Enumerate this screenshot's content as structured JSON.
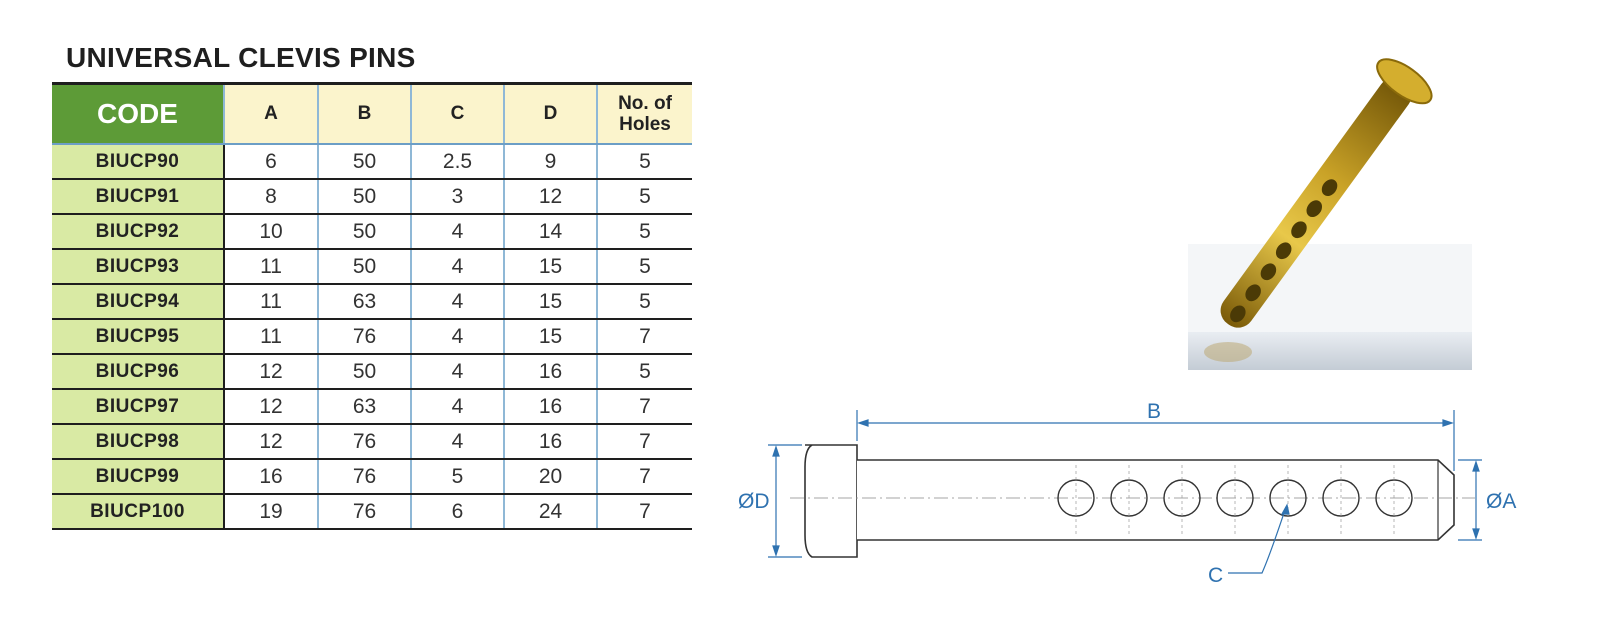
{
  "title": "UNIVERSAL CLEVIS PINS",
  "table": {
    "headers": {
      "code": "CODE",
      "a": "A",
      "b": "B",
      "c": "C",
      "d": "D",
      "holes_line1": "No. of",
      "holes_line2": "Holes"
    },
    "rows": [
      {
        "code": "BIUCP90",
        "a": "6",
        "b": "50",
        "c": "2.5",
        "d": "9",
        "holes": "5"
      },
      {
        "code": "BIUCP91",
        "a": "8",
        "b": "50",
        "c": "3",
        "d": "12",
        "holes": "5"
      },
      {
        "code": "BIUCP92",
        "a": "10",
        "b": "50",
        "c": "4",
        "d": "14",
        "holes": "5"
      },
      {
        "code": "BIUCP93",
        "a": "11",
        "b": "50",
        "c": "4",
        "d": "15",
        "holes": "5"
      },
      {
        "code": "BIUCP94",
        "a": "11",
        "b": "63",
        "c": "4",
        "d": "15",
        "holes": "5"
      },
      {
        "code": "BIUCP95",
        "a": "11",
        "b": "76",
        "c": "4",
        "d": "15",
        "holes": "7"
      },
      {
        "code": "BIUCP96",
        "a": "12",
        "b": "50",
        "c": "4",
        "d": "16",
        "holes": "5"
      },
      {
        "code": "BIUCP97",
        "a": "12",
        "b": "63",
        "c": "4",
        "d": "16",
        "holes": "7"
      },
      {
        "code": "BIUCP98",
        "a": "12",
        "b": "76",
        "c": "4",
        "d": "16",
        "holes": "7"
      },
      {
        "code": "BIUCP99",
        "a": "16",
        "b": "76",
        "c": "5",
        "d": "20",
        "holes": "7"
      },
      {
        "code": "BIUCP100",
        "a": "19",
        "b": "76",
        "c": "6",
        "d": "24",
        "holes": "7"
      }
    ]
  },
  "drawing": {
    "label_b": "B",
    "label_d": "ØD",
    "label_a": "ØA",
    "label_c": "C"
  },
  "colors": {
    "code_header": "#5d9b37",
    "code_cell": "#d9eaa4",
    "header_bg": "#fbf4cc",
    "dimension_blue": "#2f72b0",
    "brass": "#c9a227"
  }
}
